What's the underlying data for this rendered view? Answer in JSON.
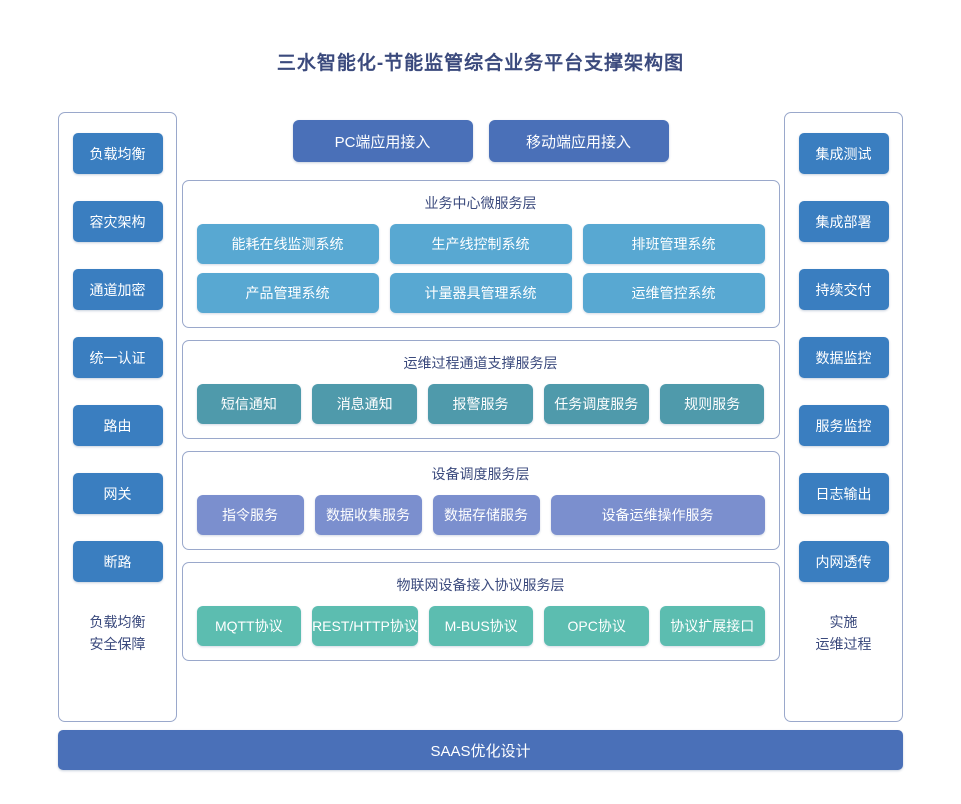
{
  "title": "三水智能化-节能监管综合业务平台支撑架构图",
  "colors": {
    "title_text": "#3b4a7d",
    "sidebar_chip": "#3a7ec0",
    "access_chip": "#4a70b8",
    "business_chip": "#58a8d2",
    "ops_chip": "#4f9aab",
    "device_chip": "#7b8fce",
    "iot_chip": "#5cbdb0",
    "panel_border": "#9aa8cb",
    "bottom_bar": "#4a70b8",
    "background": "#ffffff"
  },
  "left_sidebar": {
    "items": [
      {
        "label": "负载均衡"
      },
      {
        "label": "容灾架构"
      },
      {
        "label": "通道加密"
      },
      {
        "label": "统一认证"
      },
      {
        "label": "路由"
      },
      {
        "label": "网关"
      },
      {
        "label": "断路"
      }
    ],
    "caption_line1": "负载均衡",
    "caption_line2": "安全保障"
  },
  "right_sidebar": {
    "items": [
      {
        "label": "集成测试"
      },
      {
        "label": "集成部署"
      },
      {
        "label": "持续交付"
      },
      {
        "label": "数据监控"
      },
      {
        "label": "服务监控"
      },
      {
        "label": "日志输出"
      },
      {
        "label": "内网透传"
      }
    ],
    "caption_line1": "实施",
    "caption_line2": "运维过程"
  },
  "access_row": {
    "items": [
      {
        "label": "PC端应用接入"
      },
      {
        "label": "移动端应用接入"
      }
    ]
  },
  "layers": [
    {
      "id": "business",
      "title": "业务中心微服务层",
      "rows": [
        [
          {
            "label": "能耗在线监测系统"
          },
          {
            "label": "生产线控制系统"
          },
          {
            "label": "排班管理系统"
          }
        ],
        [
          {
            "label": "产品管理系统"
          },
          {
            "label": "计量器具管理系统"
          },
          {
            "label": "运维管控系统"
          }
        ]
      ]
    },
    {
      "id": "ops",
      "title": "运维过程通道支撑服务层",
      "rows": [
        [
          {
            "label": "短信通知"
          },
          {
            "label": "消息通知"
          },
          {
            "label": "报警服务"
          },
          {
            "label": "任务调度服务"
          },
          {
            "label": "规则服务"
          }
        ]
      ]
    },
    {
      "id": "device",
      "title": "设备调度服务层",
      "rows": [
        [
          {
            "label": "指令服务"
          },
          {
            "label": "数据收集服务"
          },
          {
            "label": "数据存储服务"
          },
          {
            "label": "设备运维操作服务",
            "wide": true
          }
        ]
      ]
    },
    {
      "id": "iot",
      "title": "物联网设备接入协议服务层",
      "rows": [
        [
          {
            "label": "MQTT协议"
          },
          {
            "label": "REST/HTTP协议"
          },
          {
            "label": "M-BUS协议"
          },
          {
            "label": "OPC协议"
          },
          {
            "label": "协议扩展接口"
          }
        ]
      ]
    }
  ],
  "bottom_bar": {
    "label": "SAAS优化设计"
  }
}
